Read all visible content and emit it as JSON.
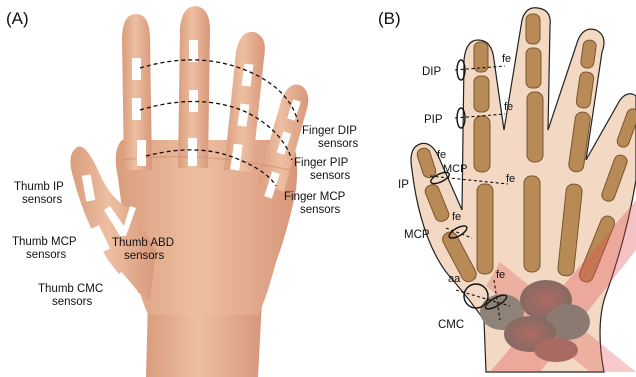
{
  "panelA": {
    "label": "(A)",
    "annotations": {
      "finger_dip": [
        "Finger DIP",
        "sensors"
      ],
      "finger_pip": [
        "Finger PIP",
        "sensors"
      ],
      "finger_mcp": [
        "Finger MCP",
        "sensors"
      ],
      "thumb_ip": [
        "Thumb IP",
        "sensors"
      ],
      "thumb_abd": [
        "Thumb ABD",
        "sensors"
      ],
      "thumb_mcp": [
        "Thumb MCP",
        "sensors"
      ],
      "thumb_cmc": [
        "Thumb CMC",
        "sensors"
      ]
    }
  },
  "panelB": {
    "label": "(B)",
    "joints": {
      "dip": "DIP",
      "pip": "PIP",
      "mcp_thumb": "MCP",
      "ip": "IP",
      "mcp_low": "MCP",
      "cmc": "CMC"
    },
    "axes": {
      "fe_dip": "fe",
      "fe_pip": "fe",
      "fe_mcp": "fe",
      "fe_thumb_ip": "fe",
      "fe_thumb_mcp": "fe",
      "fe_cmc": "fe",
      "aa_cmc": "aa"
    }
  },
  "colors": {
    "skin": "#eab99a",
    "skin_shadow": "#d79c7c",
    "hand_outline_fill": "#f1d7bf",
    "bone": "#b88a55",
    "carpal": "#8f8278",
    "highlight": "#e05050"
  }
}
